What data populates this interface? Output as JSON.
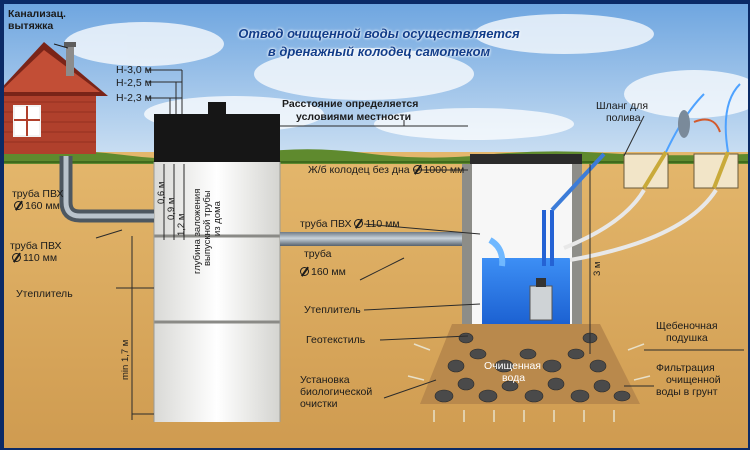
{
  "title": {
    "line1": "Отвод очищенной воды осуществляется",
    "line2": "в дренажный колодец самотеком"
  },
  "labels": {
    "vent_line1": "Канализац.",
    "vent_line2": "вытяжка",
    "h30": "Н-3,0 м",
    "h25": "Н-2,5 м",
    "h23": "Н-2,3 м",
    "pipe_pvc_160_line1": "труба ПВХ",
    "pipe_pvc_160_line2": "160 мм",
    "pipe_pvc_110_line1": "труба ПВХ",
    "pipe_pvc_110_line2": "110 мм",
    "insulation_left": "Утеплитель",
    "distance_line1": "Расстояние определяется",
    "distance_line2": "условиями местности",
    "hose_line1": "Шланг для",
    "hose_line2": "полива",
    "well_label": "Ж/б колодец без дна",
    "well_size": "1000 мм",
    "pipe_110_text": "труба  ПВХ",
    "pipe_110_size": "110 мм",
    "pipe_160_line1": "труба",
    "pipe_160_size": "160 мм",
    "insulation_right": "Утеплитель",
    "geotextile": "Геотекстиль",
    "bio_line1": "Установка",
    "bio_line2": "биологической",
    "bio_line3": "очистки",
    "gravel_line1": "Щебеночная",
    "gravel_line2": "подушка",
    "clean_line1": "Очищенная",
    "clean_line2": "вода",
    "filtration_line1": "Фильтрация",
    "filtration_line2": "очищенной",
    "filtration_line3": "воды в грунт",
    "depth_three": "3 м",
    "min_depth": "min 1,7 м",
    "dim_06": "0,6 м",
    "dim_09": "0,9 м",
    "dim_12": "1,2 м",
    "depth_note_line1": "глубина заложения",
    "depth_note_line2": "выпускной трубы",
    "depth_note_line3": "из дома"
  },
  "colors": {
    "soil": "#d9a95f",
    "sky": "#7fb2e6",
    "grass": "#5f8a2e",
    "title": "#123d8a",
    "water": "#1a6fe8",
    "border": "#0b2a66"
  }
}
